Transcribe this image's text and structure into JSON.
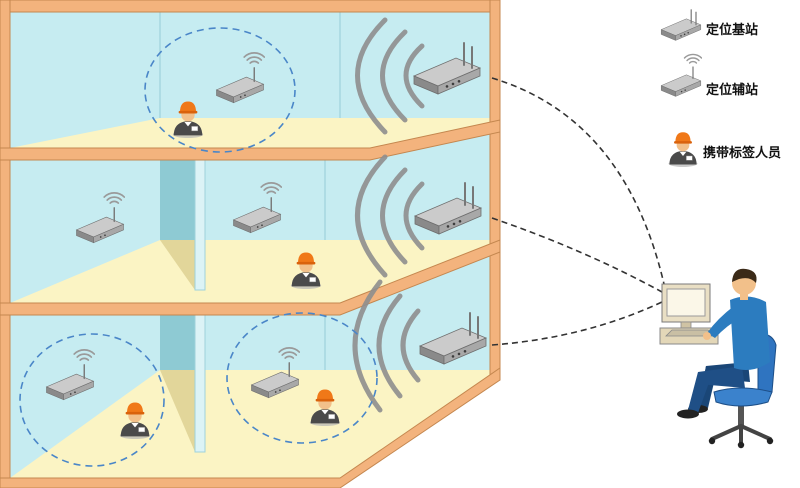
{
  "legend": {
    "items": [
      {
        "icon": "base-station-icon",
        "label": "定位基站"
      },
      {
        "icon": "auxiliary-station-icon",
        "label": "定位辅站"
      },
      {
        "icon": "tagged-worker-icon",
        "label": "携带标签人员"
      }
    ]
  },
  "colors": {
    "building_frame": "#f3b37d",
    "wall": "#c6ecf1",
    "floor": "#fbf4c4",
    "coverage_ring": "#4a86c8",
    "hard_hat": "#f07818",
    "operator_shirt": "#2c7cbf"
  }
}
